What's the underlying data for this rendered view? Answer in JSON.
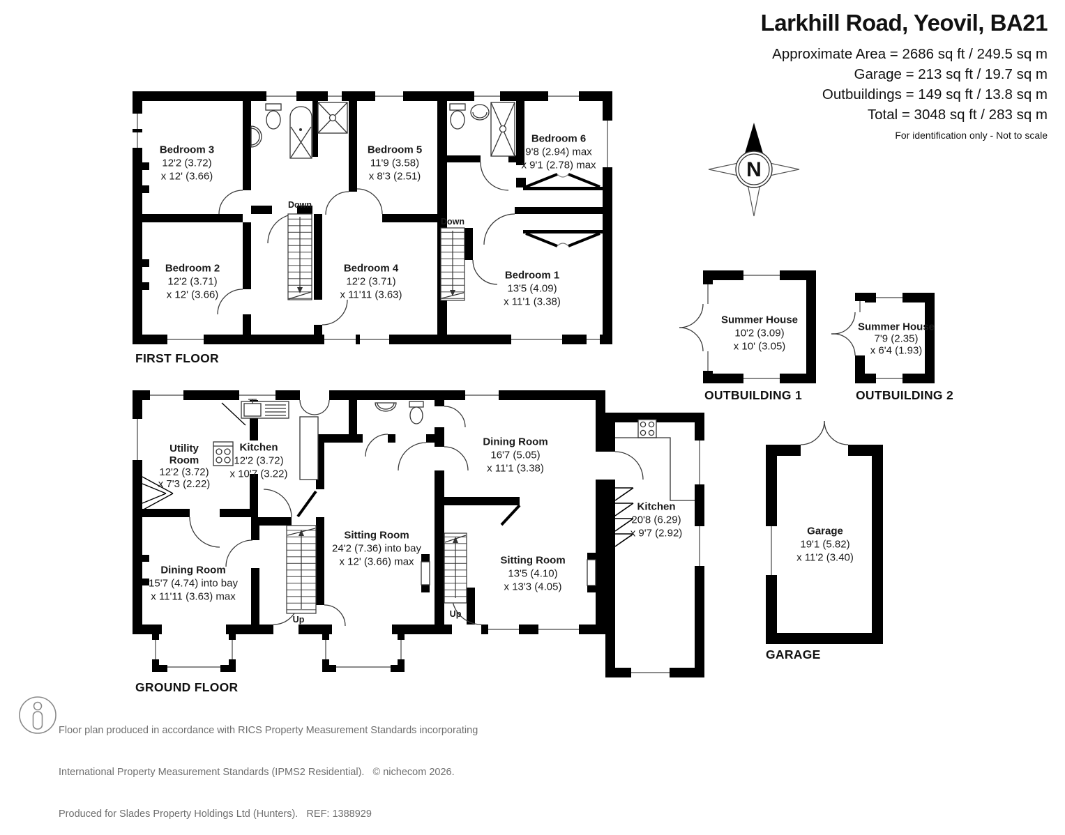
{
  "header": {
    "title": "Larkhill Road, Yeovil, BA21",
    "area_lines": [
      "Approximate Area = 2686 sq ft / 249.5 sq m",
      "Garage = 213 sq ft / 19.7 sq m",
      "Outbuildings = 149 sq ft / 13.8 sq m",
      "Total = 3048 sq ft / 283 sq m"
    ],
    "disclaimer": "For identification only - Not to scale"
  },
  "compass": {
    "north": "N"
  },
  "floor_labels": {
    "first": "FIRST FLOOR",
    "ground": "GROUND FLOOR",
    "outbuilding1": "OUTBUILDING 1",
    "outbuilding2": "OUTBUILDING 2",
    "garage": "GARAGE"
  },
  "stairs": {
    "ff_left": "Down",
    "ff_right": "Down",
    "gf_left": "Up",
    "gf_right": "Up"
  },
  "rooms": {
    "ff_bedroom3": {
      "lines": [
        "Bedroom 3",
        "12'2 (3.72)",
        "x 12' (3.66)"
      ]
    },
    "ff_bedroom5": {
      "lines": [
        "Bedroom 5",
        "11'9 (3.58)",
        "x 8'3 (2.51)"
      ]
    },
    "ff_bedroom6": {
      "lines": [
        "Bedroom 6",
        "9'8 (2.94) max",
        "x 9'1 (2.78) max"
      ]
    },
    "ff_bedroom2": {
      "lines": [
        "Bedroom 2",
        "12'2 (3.71)",
        "x 12' (3.66)"
      ]
    },
    "ff_bedroom4": {
      "lines": [
        "Bedroom 4",
        "12'2 (3.71)",
        "x 11'11 (3.63)"
      ]
    },
    "ff_bedroom1": {
      "lines": [
        "Bedroom 1",
        "13'5 (4.09)",
        "x 11'1 (3.38)"
      ]
    },
    "gf_utility": {
      "lines": [
        "Utility",
        "Room",
        "12'2 (3.72)",
        "x 7'3 (2.22)"
      ]
    },
    "gf_kitchen_left": {
      "lines": [
        "Kitchen",
        "12'2 (3.72)",
        "x 10'7 (3.22)"
      ]
    },
    "gf_dining_left": {
      "lines": [
        "Dining Room",
        "15'7 (4.74) into bay",
        "x 11'11 (3.63) max"
      ]
    },
    "gf_sitting_centre": {
      "lines": [
        "Sitting Room",
        "24'2 (7.36) into bay",
        "x 12' (3.66) max"
      ]
    },
    "gf_dining_right": {
      "lines": [
        "Dining Room",
        "16'7 (5.05)",
        "x 11'1 (3.38)"
      ]
    },
    "gf_sitting_right": {
      "lines": [
        "Sitting Room",
        "13'5 (4.10)",
        "x 13'3 (4.05)"
      ]
    },
    "gf_kitchen_right": {
      "lines": [
        "Kitchen",
        "20'8 (6.29)",
        "x 9'7 (2.92)"
      ]
    },
    "outbuilding1": {
      "lines": [
        "Summer House",
        "10'2 (3.09)",
        "x 10' (3.05)"
      ]
    },
    "outbuilding2": {
      "lines": [
        "Summer House",
        "7'9 (2.35)",
        "x 6'4 (1.93)"
      ]
    },
    "garage": {
      "lines": [
        "Garage",
        "19'1 (5.82)",
        "x 11'2 (3.40)"
      ]
    }
  },
  "footer": {
    "lines": [
      "Floor plan produced in accordance with RICS Property Measurement Standards incorporating",
      "International Property Measurement Standards (IPMS2 Residential).   © nichecom 2026.",
      "Produced for Slades Property Holdings Ltd (Hunters).   REF: 1388929"
    ]
  },
  "colors": {
    "wall": "#000000",
    "footer_text": "#6f6f6f"
  }
}
